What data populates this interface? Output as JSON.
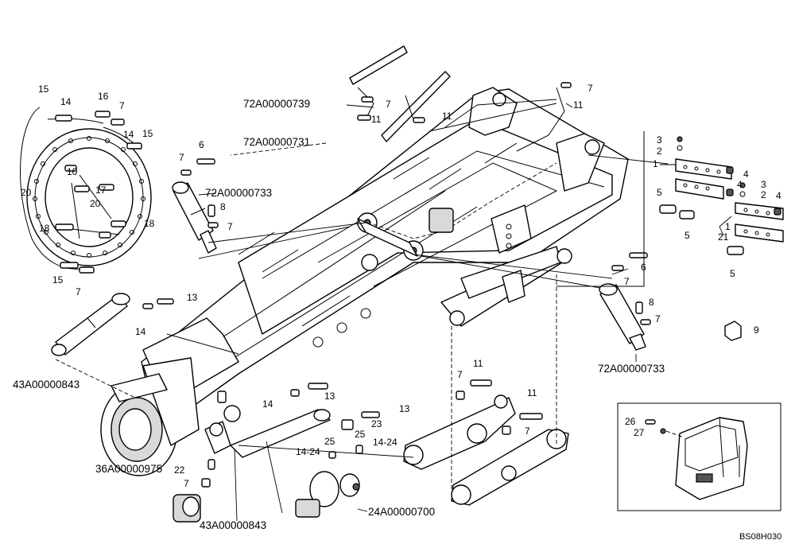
{
  "drawing_code": "BS08H030",
  "assembly_refs": {
    "hose_kit_top": "72A00000739",
    "hose_kit_left": "72A00000731",
    "cylinder_left": "72A00000733",
    "cylinder_right": "72A00000733",
    "axle_cylinder_left": "43A00000843",
    "axle_cylinder_bottom": "43A00000843",
    "slewing_ring": "36A00000975",
    "swivel_joint": "24A00000700"
  },
  "callouts": {
    "c15a": "15",
    "c14a": "14",
    "c16": "16",
    "c7a": "7",
    "c14b": "14",
    "c15b": "15",
    "c10": "10",
    "c17": "17",
    "c20a": "20",
    "c20b": "20",
    "c18a": "18",
    "c18b": "18",
    "c15c": "15",
    "c7b": "7",
    "c7c": "7",
    "c6a": "6",
    "c8a": "8",
    "c7d": "7",
    "c13a": "13",
    "c14c": "14",
    "c7e": "7",
    "c7f": "7",
    "c11a": "11",
    "c11b": "11",
    "c11c": "11",
    "c3a": "3",
    "c2a": "2",
    "c1a": "1",
    "c4a": "4",
    "c4b": "4",
    "c3b": "3",
    "c2b": "2",
    "c4c": "4",
    "c5a": "5",
    "c5b": "5",
    "c1b": "1",
    "c21": "21",
    "c5c": "5",
    "c6b": "6",
    "c7g": "7",
    "c8b": "8",
    "c7h": "7",
    "c9": "9",
    "c13b": "13",
    "c14d": "14",
    "c13c": "13",
    "c23": "23",
    "c25a": "25",
    "c25b": "25",
    "c1424a": "14-24",
    "c1424b": "14-24",
    "c22": "22",
    "c7i": "7",
    "c7j": "7",
    "c11d": "11",
    "c11e": "11",
    "c7k": "7",
    "c26": "26",
    "c27": "27"
  }
}
